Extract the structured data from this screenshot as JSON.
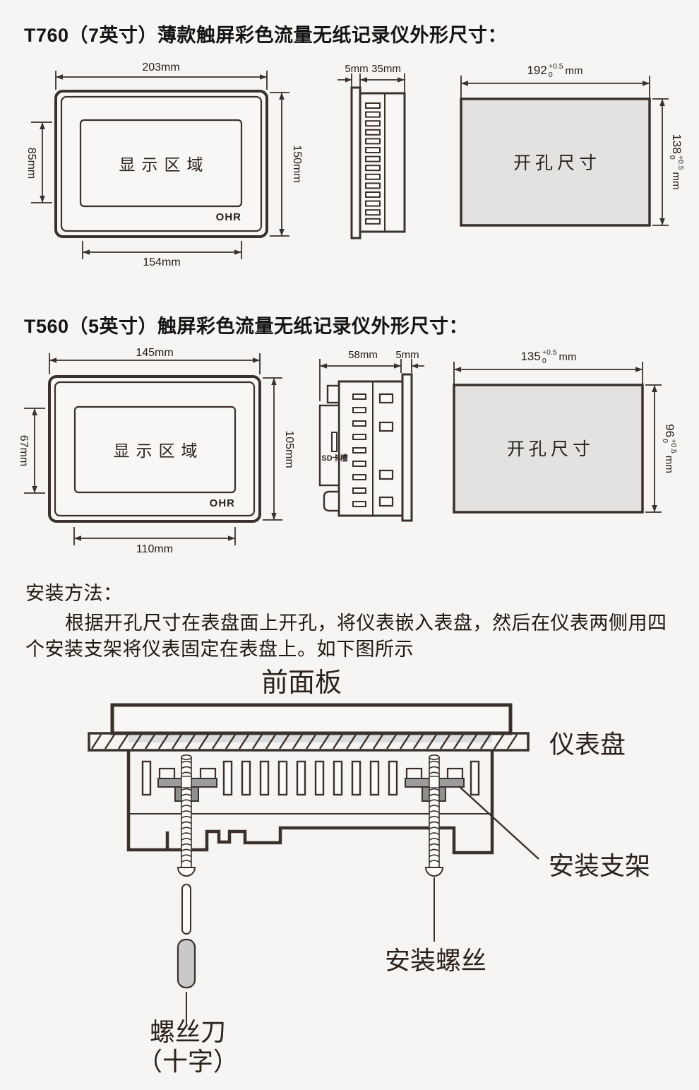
{
  "t760": {
    "title": "T760（7英寸）薄款触屏彩色流量无纸记录仪外形尺寸：",
    "front": {
      "top_dim": "203mm",
      "left_dim": "85mm",
      "right_dim": "150mm",
      "bottom_dim": "154mm",
      "display_area": "显示区域",
      "logo": "OHR"
    },
    "side": {
      "bezel_dim": "5mm",
      "depth_dim": "35mm"
    },
    "cutout": {
      "label": "开孔尺寸",
      "width_value": "192",
      "width_tol_plus": "+0.5",
      "width_tol_minus": "0",
      "width_unit": "mm",
      "height_value": "138",
      "height_tol_plus": "+0.5",
      "height_tol_minus": "0",
      "height_unit": "mm"
    }
  },
  "t560": {
    "title": "T560（5英寸）触屏彩色流量无纸记录仪外形尺寸：",
    "front": {
      "top_dim": "145mm",
      "left_dim": "67mm",
      "right_dim": "105mm",
      "bottom_dim": "110mm",
      "display_area": "显示区域",
      "logo": "OHR"
    },
    "side": {
      "depth_dim": "58mm",
      "bezel_dim": "5mm",
      "sd_slot": "SD卡槽"
    },
    "cutout": {
      "label": "开孔尺寸",
      "width_value": "135",
      "width_tol_plus": "+0.5",
      "width_tol_minus": "0",
      "width_unit": "mm",
      "height_value": "96",
      "height_tol_plus": "+0.5",
      "height_tol_minus": "0",
      "height_unit": "mm"
    }
  },
  "install": {
    "heading": "安装方法：",
    "line1": "根据开孔尺寸在表盘面上开孔，将仪表嵌入表盘，然后在仪表两侧用四",
    "line2": "个安装支架将仪表固定在表盘上。如下图所示",
    "labels": {
      "front_panel": "前面板",
      "panel": "仪表盘",
      "bracket": "安装支架",
      "screw": "安装螺丝",
      "screwdriver": "螺丝刀",
      "screwdriver_type": "（十字）"
    }
  },
  "colors": {
    "line": "#3a312c",
    "cutout_fill": "#e3e2e0",
    "bracket_grey": "#9c9c9c",
    "bracket_dark_grey": "#8f8f8f",
    "handle_grey": "#c9c9c9",
    "panel_shading": "#dcdcdc",
    "background": "#f6f5f3"
  }
}
